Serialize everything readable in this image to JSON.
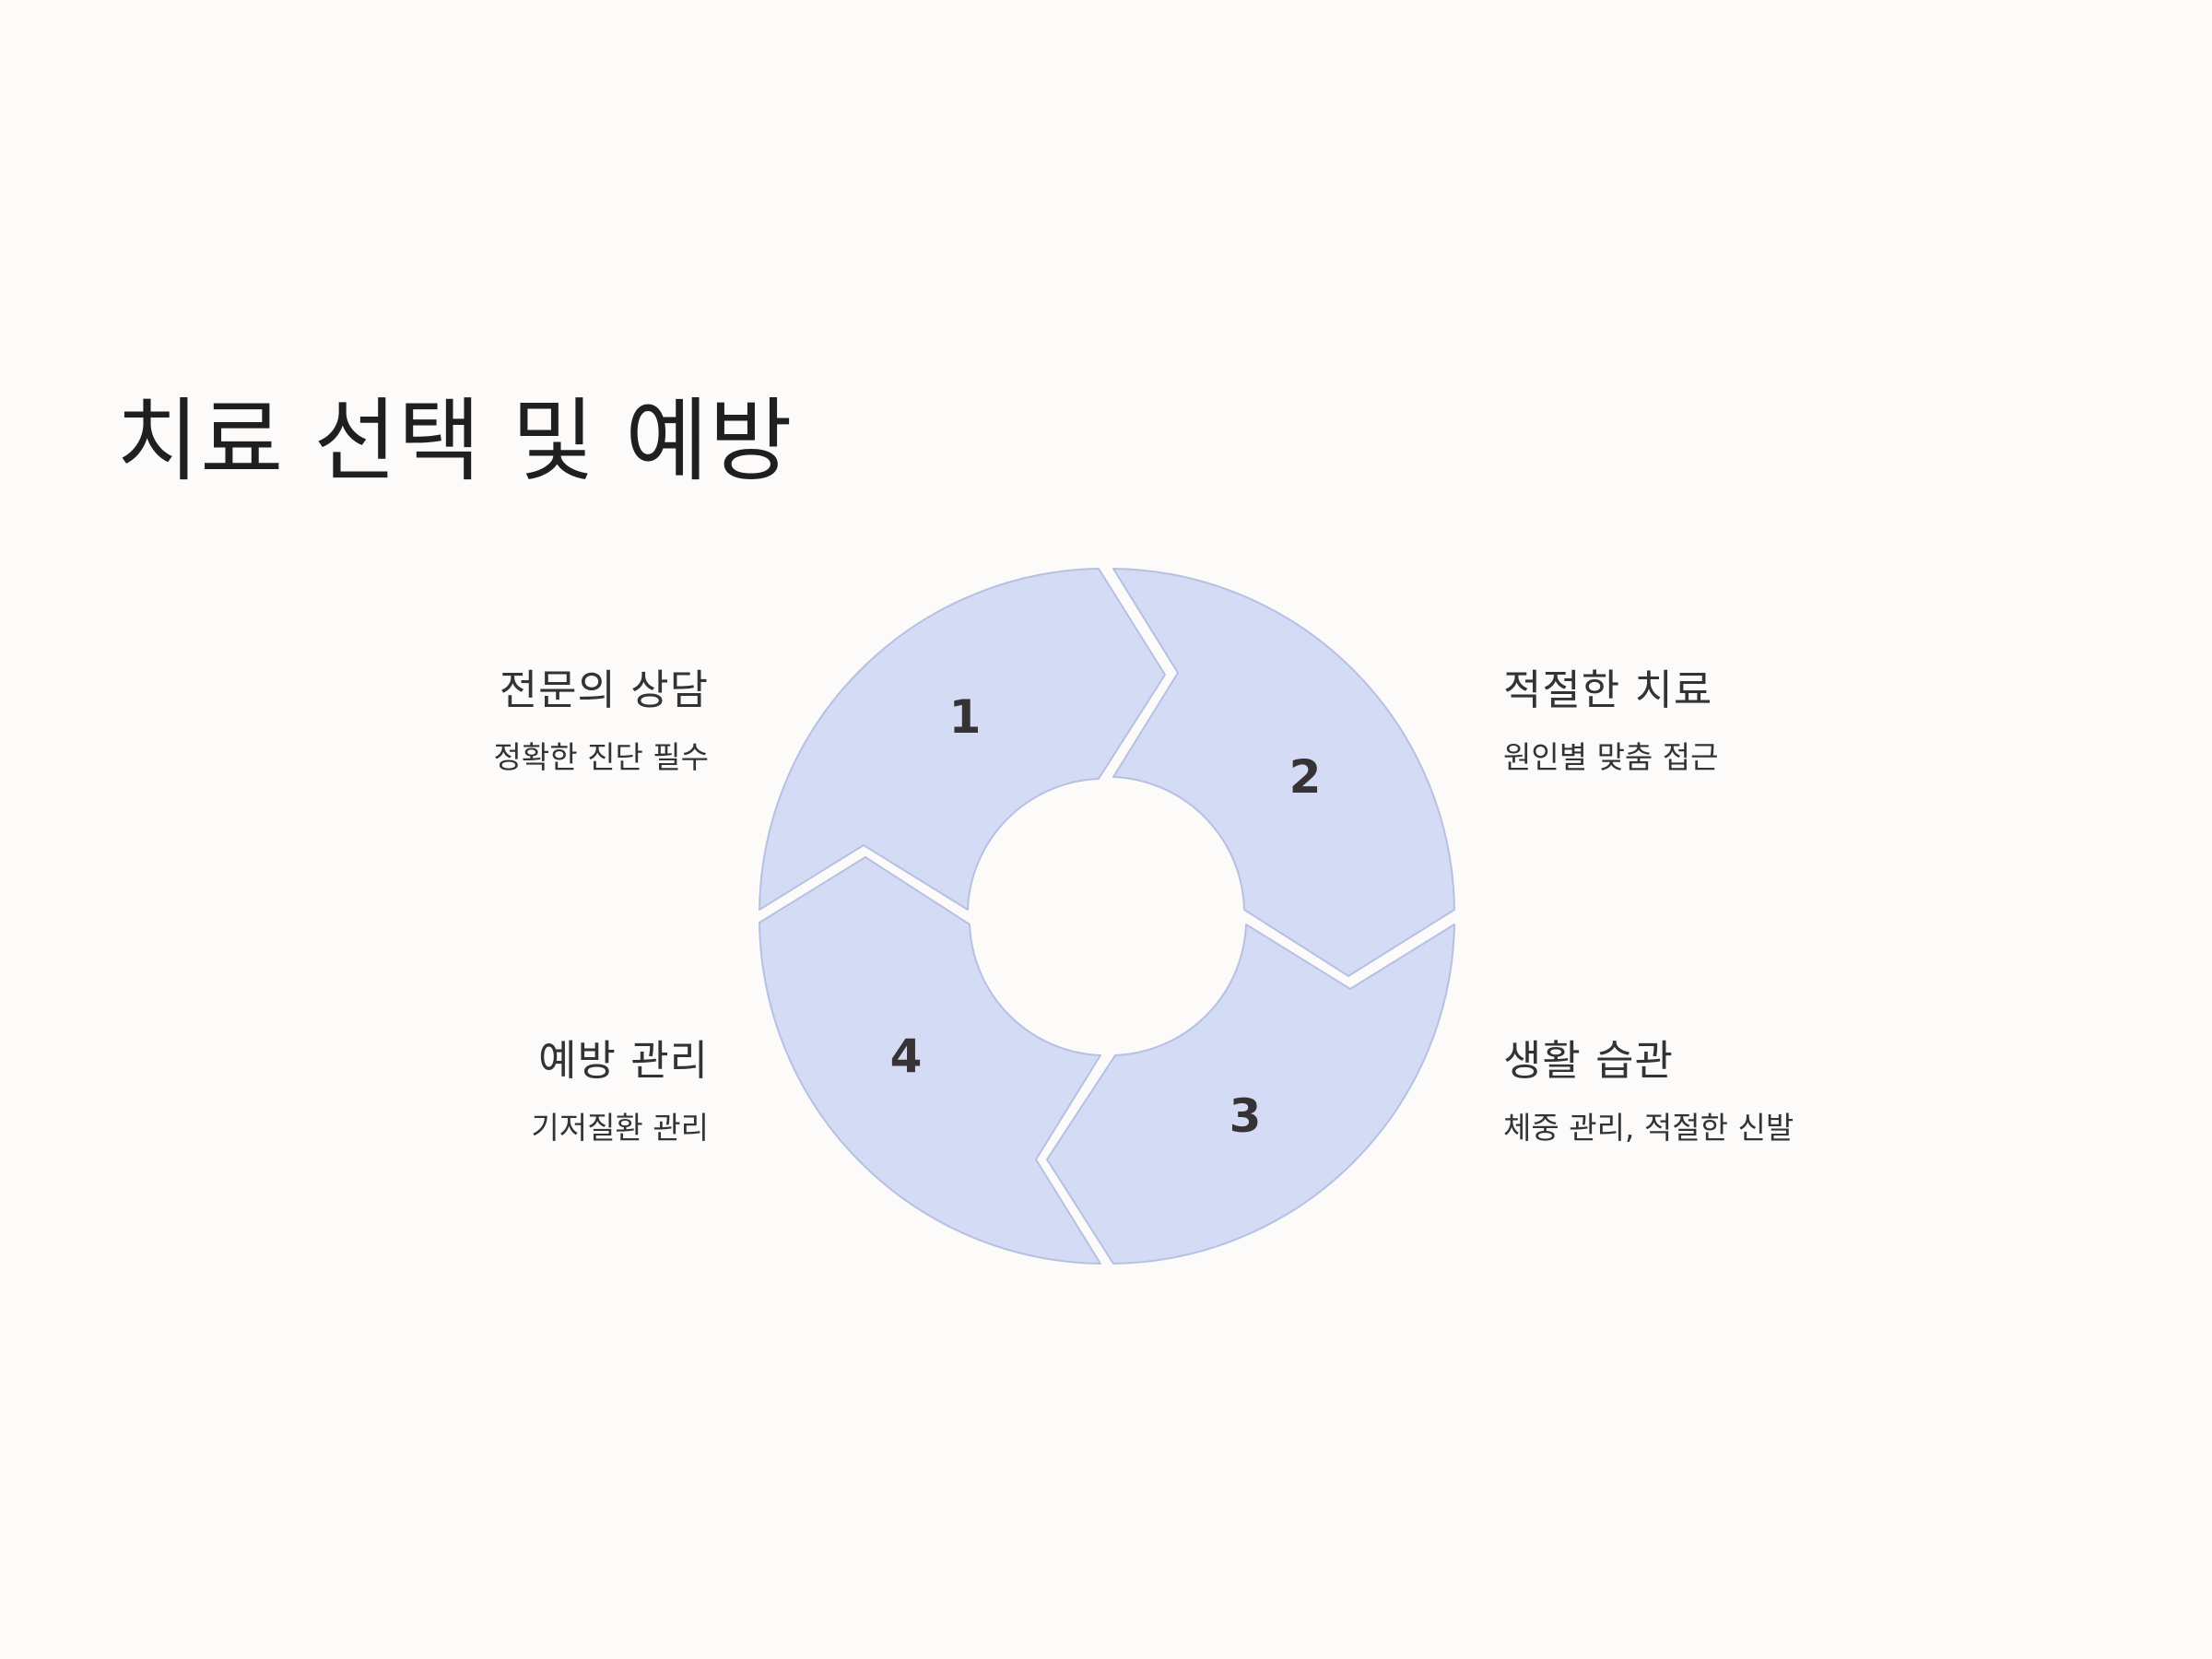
{
  "title": "치료 선택 및 예방",
  "colors": {
    "background": "#fdfbfa",
    "segment_fill": "#d4dcf5",
    "segment_stroke": "#b6c0e2",
    "number_text": "#363236",
    "text": "#333333"
  },
  "steps": [
    {
      "number": "1",
      "title": "전문의 상담",
      "description": "정확한 진단 필수"
    },
    {
      "number": "2",
      "title": "적절한 치료",
      "description": "원인별 맞춤 접근"
    },
    {
      "number": "3",
      "title": "생활 습관",
      "description": "체중 관리, 적절한 신발"
    },
    {
      "number": "4",
      "title": "예방 관리",
      "description": "기저질환 관리"
    }
  ]
}
